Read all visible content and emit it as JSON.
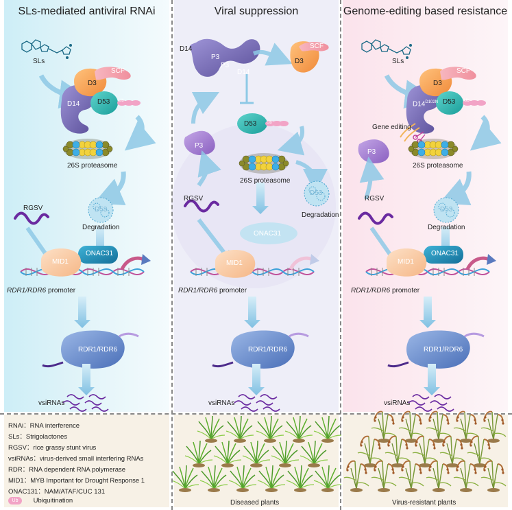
{
  "panels": {
    "left": {
      "title": "SLs-mediated antiviral RNAi",
      "sls": "SLs",
      "scf": "SCF",
      "d3": "D3",
      "d14": "D14",
      "d53": "D53",
      "ub": "Ub",
      "proteasome": "26S proteasome",
      "rgsv": "RGSV",
      "degraded": "D53",
      "degradation": "Degradation",
      "onac31": "ONAC31",
      "mid1": "MID1",
      "promoter_genes": "RDR1/RDR6",
      "promoter_word": " promoter",
      "rdr": "RDR1/RDR6",
      "vsirnas": "vsiRNAs"
    },
    "middle": {
      "title": "Viral suppression",
      "d14a": "D14",
      "p3a": "P3",
      "p3b": "P3",
      "d14b": "D14",
      "scf": "SCF",
      "d3": "D3",
      "d53": "D53",
      "ub": "Ub",
      "p3": "P3",
      "proteasome": "26S proteasome",
      "rgsv": "RGSV",
      "degraded": "D53",
      "degradation": "Degradation",
      "onac31": "ONAC31",
      "mid1": "MID1",
      "promoter_genes": "RDR1/RDR6",
      "promoter_word": " promoter",
      "rdr": "RDR1/RDR6",
      "vsirnas": "vsiRNAs"
    },
    "right": {
      "title": "Genome-editing based resistance",
      "sls": "SLs",
      "scf": "SCF",
      "d3": "D3",
      "d14": "D14",
      "d14_sup": "D102N",
      "d53": "D53",
      "ub": "Ub",
      "gene_editing": "Gene editing",
      "p3": "P3",
      "proteasome": "26S proteasome",
      "rgsv": "RGSV",
      "degraded": "D53",
      "degradation": "Degradation",
      "onac31": "ONAC31",
      "mid1": "MID1",
      "promoter_genes": "RDR1/RDR6",
      "promoter_word": " promoter",
      "rdr": "RDR1/RDR6",
      "vsirnas": "vsiRNAs"
    }
  },
  "legend": [
    "RNAi：RNA interference",
    "SLs：Strigolactones",
    "RGSV：rice grassy stunt virus",
    "vsiRNAs：virus-derived small interfering RNAs",
    "RDR：RNA dependent RNA polymerase",
    "MID1：MYB Important for Drought Response 1",
    "ONAC131：NAM/ATAF/CUC 131"
  ],
  "legend_ub": {
    "badge": "Ub",
    "text": "Ubiquitination"
  },
  "plants": {
    "diseased": "Diseased plants",
    "resistant": "Virus-resistant plants"
  },
  "colors": {
    "d14": "#7b6fb8",
    "d3": "#f7a85a",
    "scf": "#f5a8b0",
    "d53": "#2fb5b0",
    "onac31": "#1c8fb5",
    "mid1": "#f9c9a3",
    "rdr": "#5f86c9",
    "p3": "#9a75c9",
    "virus": "#6a2aa0",
    "arrow": "#8ec9e6",
    "ub": "#f2a3c6"
  }
}
